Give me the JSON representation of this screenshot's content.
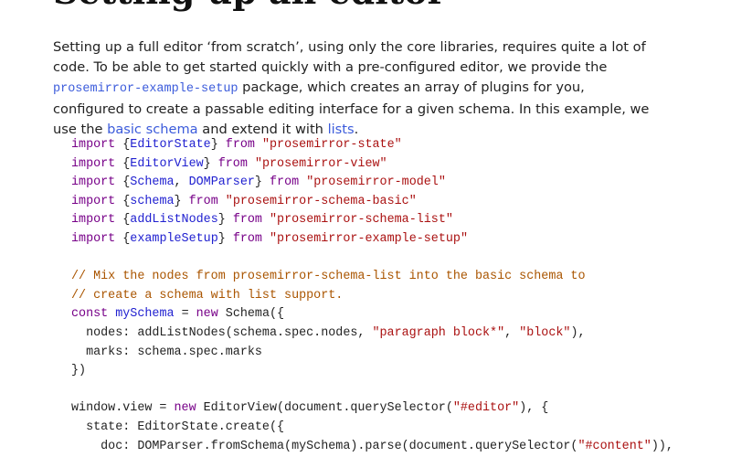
{
  "heading": "Setting up an editor",
  "paragraph": {
    "text1": "Setting up a full editor ‘from scratch’, using only the core libraries, requires quite a lot of code. To be able to get started quickly with a pre-configured editor, we provide the ",
    "code_link": "prosemirror-example-setup",
    "text2": " package, which creates an array of plugins for you, configured to create a passable editing interface for a given schema. In this example, we use the ",
    "link1": "basic schema",
    "text3": " and extend it with ",
    "link2": "lists",
    "text4": "."
  },
  "colors": {
    "keyword": "#770088",
    "def": "#2020d0",
    "string": "#aa1111",
    "comment": "#aa5500",
    "link": "#3b5bdb"
  },
  "code": [
    [
      [
        "keyword",
        "import"
      ],
      [
        "plain",
        " {"
      ],
      [
        "def",
        "EditorState"
      ],
      [
        "plain",
        "} "
      ],
      [
        "keyword",
        "from"
      ],
      [
        "plain",
        " "
      ],
      [
        "string",
        "\"prosemirror-state\""
      ]
    ],
    [
      [
        "keyword",
        "import"
      ],
      [
        "plain",
        " {"
      ],
      [
        "def",
        "EditorView"
      ],
      [
        "plain",
        "} "
      ],
      [
        "keyword",
        "from"
      ],
      [
        "plain",
        " "
      ],
      [
        "string",
        "\"prosemirror-view\""
      ]
    ],
    [
      [
        "keyword",
        "import"
      ],
      [
        "plain",
        " {"
      ],
      [
        "def",
        "Schema"
      ],
      [
        "plain",
        ", "
      ],
      [
        "def",
        "DOMParser"
      ],
      [
        "plain",
        "} "
      ],
      [
        "keyword",
        "from"
      ],
      [
        "plain",
        " "
      ],
      [
        "string",
        "\"prosemirror-model\""
      ]
    ],
    [
      [
        "keyword",
        "import"
      ],
      [
        "plain",
        " {"
      ],
      [
        "def",
        "schema"
      ],
      [
        "plain",
        "} "
      ],
      [
        "keyword",
        "from"
      ],
      [
        "plain",
        " "
      ],
      [
        "string",
        "\"prosemirror-schema-basic\""
      ]
    ],
    [
      [
        "keyword",
        "import"
      ],
      [
        "plain",
        " {"
      ],
      [
        "def",
        "addListNodes"
      ],
      [
        "plain",
        "} "
      ],
      [
        "keyword",
        "from"
      ],
      [
        "plain",
        " "
      ],
      [
        "string",
        "\"prosemirror-schema-list\""
      ]
    ],
    [
      [
        "keyword",
        "import"
      ],
      [
        "plain",
        " {"
      ],
      [
        "def",
        "exampleSetup"
      ],
      [
        "plain",
        "} "
      ],
      [
        "keyword",
        "from"
      ],
      [
        "plain",
        " "
      ],
      [
        "string",
        "\"prosemirror-example-setup\""
      ]
    ],
    [],
    [
      [
        "comment",
        "// Mix the nodes from prosemirror-schema-list into the basic schema to"
      ]
    ],
    [
      [
        "comment",
        "// create a schema with list support."
      ]
    ],
    [
      [
        "keyword",
        "const"
      ],
      [
        "plain",
        " "
      ],
      [
        "def",
        "mySchema"
      ],
      [
        "plain",
        " = "
      ],
      [
        "keyword",
        "new"
      ],
      [
        "plain",
        " Schema({"
      ]
    ],
    [
      [
        "plain",
        "  nodes: addListNodes(schema.spec.nodes, "
      ],
      [
        "string",
        "\"paragraph block*\""
      ],
      [
        "plain",
        ", "
      ],
      [
        "string",
        "\"block\""
      ],
      [
        "plain",
        "),"
      ]
    ],
    [
      [
        "plain",
        "  marks: schema.spec.marks"
      ]
    ],
    [
      [
        "plain",
        "})"
      ]
    ],
    [],
    [
      [
        "plain",
        "window.view = "
      ],
      [
        "keyword",
        "new"
      ],
      [
        "plain",
        " EditorView(document.querySelector("
      ],
      [
        "string",
        "\"#editor\""
      ],
      [
        "plain",
        "), {"
      ]
    ],
    [
      [
        "plain",
        "  state: EditorState.create({"
      ]
    ],
    [
      [
        "plain",
        "    doc: DOMParser.fromSchema(mySchema).parse(document.querySelector("
      ],
      [
        "string",
        "\"#content\""
      ],
      [
        "plain",
        ")),"
      ]
    ]
  ]
}
